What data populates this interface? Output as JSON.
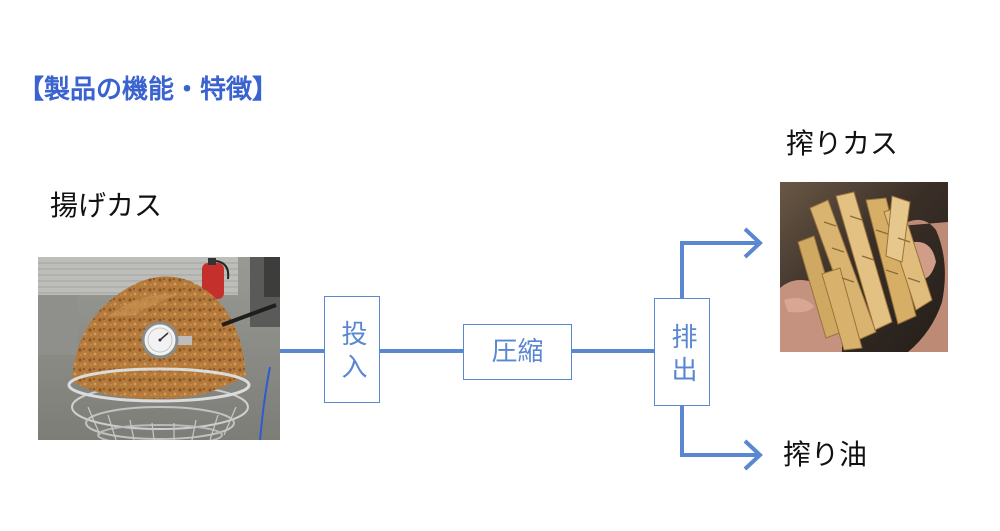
{
  "slide": {
    "heading": "【製品の機能・特徴】"
  },
  "diagram": {
    "input": {
      "label": "揚げカス"
    },
    "steps": [
      {
        "label": "投入"
      },
      {
        "label": "圧縮"
      },
      {
        "label": "排出"
      }
    ],
    "outputs": [
      {
        "label": "搾りカス"
      },
      {
        "label": "搾り油"
      }
    ]
  },
  "colors": {
    "heading": "#3b63d0",
    "accent": "#5a87d2",
    "text": "#111111"
  }
}
